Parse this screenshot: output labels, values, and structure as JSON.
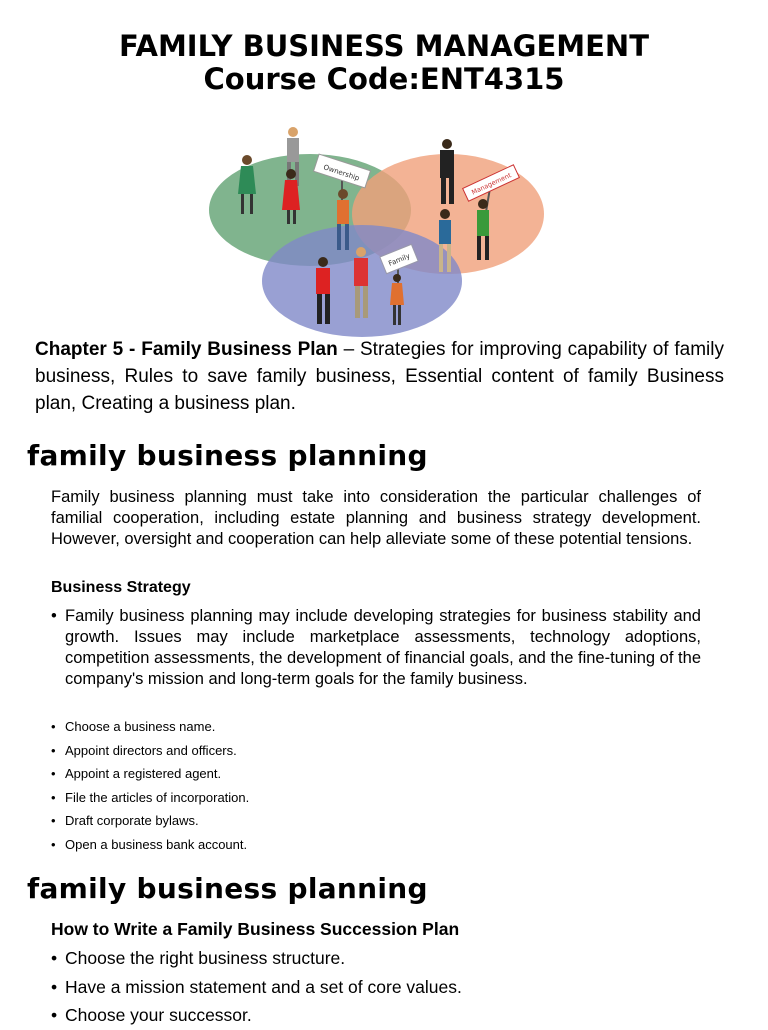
{
  "title": {
    "line1": "FAMILY BUSINESS MANAGEMENT",
    "line2": "Course Code:ENT4315"
  },
  "illustration": {
    "signs": [
      "Ownership",
      "Management",
      "Family"
    ],
    "colors": {
      "ownership": "#6aa77a",
      "management": "#f0a07a",
      "family": "#7f88c8"
    }
  },
  "chapter": {
    "label": "Chapter 5 - Family Business Plan",
    "text": " – Strategies for improving capability of family business, Rules to save family business, Essential content of family Business plan, Creating a business plan."
  },
  "section1": {
    "heading": "family business planning",
    "intro": "Family business planning must take into consideration the particular challenges of familial cooperation, including estate planning and business strategy development. However, oversight and cooperation can help alleviate some of these potential tensions.",
    "subheading": "Business Strategy",
    "main_bullet": "Family business planning may include developing strategies for business stability and growth. Issues may include marketplace assessments, technology adoptions, competition assessments, the development of financial goals, and the fine-tuning of the company's mission and long-term goals for the family business.",
    "steps": [
      "Choose a business name.",
      "Appoint directors and officers.",
      "Appoint a registered agent.",
      "File the articles of incorporation.",
      "Draft corporate bylaws.",
      "Open a business bank account."
    ]
  },
  "section2": {
    "heading": "family business planning",
    "subheading": "How to Write a Family Business Succession Plan",
    "items": [
      "Choose the right business structure.",
      "Have a mission statement and a set of core values.",
      "Choose your successor."
    ]
  },
  "bullet_char": "•"
}
